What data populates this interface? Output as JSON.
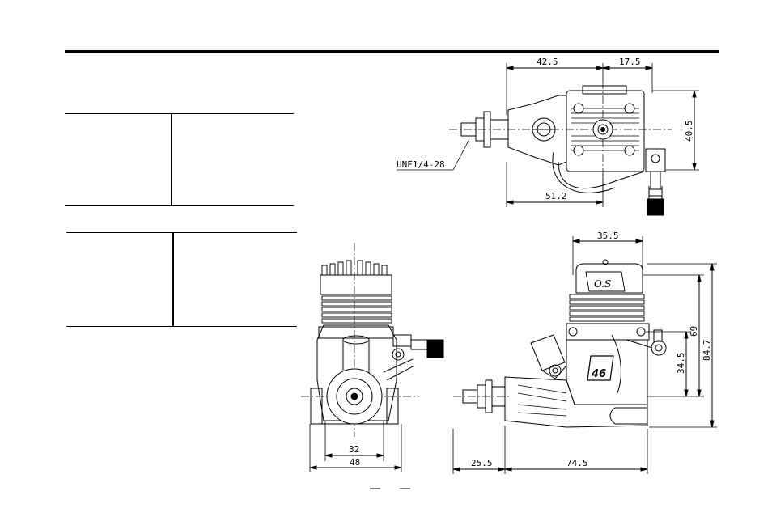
{
  "dimensions": {
    "side_top_a": "42.5",
    "side_top_b": "17.5",
    "side_height": "40.5",
    "side_bottom": "51.2",
    "thread": "UNF1/4-28",
    "front_inner": "32",
    "front_outer": "48",
    "profile_top": "35.5",
    "profile_lower": "34.5",
    "profile_mid": "69",
    "profile_total": "84.7",
    "profile_left": "25.5",
    "profile_right": "74.5"
  },
  "logo": {
    "brand": "O.S",
    "model": "46"
  },
  "colors": {
    "line": "#000000",
    "background": "#ffffff"
  }
}
